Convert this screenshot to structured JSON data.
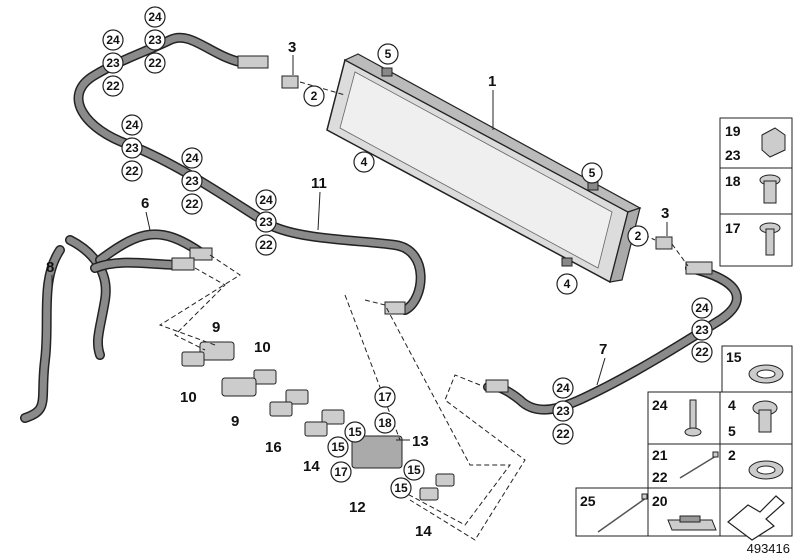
{
  "diagram": {
    "plain_labels": [
      "1",
      "3",
      "3",
      "6",
      "7",
      "8",
      "9",
      "9",
      "10",
      "10",
      "11",
      "12",
      "13",
      "14",
      "14",
      "16"
    ],
    "circled_labels": [
      "24",
      "24",
      "23",
      "23",
      "22",
      "22",
      "2",
      "2",
      "5",
      "5",
      "4",
      "4",
      "24",
      "23",
      "22",
      "24",
      "23",
      "22",
      "24",
      "23",
      "22",
      "24",
      "23",
      "22",
      "24",
      "23",
      "22",
      "17",
      "18",
      "15",
      "15",
      "15",
      "15",
      "17"
    ],
    "legend": [
      {
        "parts": [
          "19",
          "23"
        ],
        "icon": "cable-clip-icon"
      },
      {
        "parts": [
          "18"
        ],
        "icon": "expanding-rivet-icon"
      },
      {
        "parts": [
          "17"
        ],
        "icon": "screw-icon"
      },
      {
        "parts": [
          "15"
        ],
        "icon": "sealing-ring-icon"
      },
      {
        "parts": [
          "24"
        ],
        "icon": "push-rivet-icon"
      },
      {
        "parts": [
          "4",
          "5"
        ],
        "icon": "rubber-mount-icon"
      },
      {
        "parts": [
          "21",
          "22"
        ],
        "icon": "cable-tie-icon"
      },
      {
        "parts": [
          "2"
        ],
        "icon": "o-ring-icon"
      },
      {
        "parts": [
          "25"
        ],
        "icon": "long-cable-tie-icon"
      },
      {
        "parts": [
          "20"
        ],
        "icon": "label-sheet-icon"
      },
      {
        "parts": [],
        "icon": "arrow-direction-icon"
      }
    ]
  },
  "document_number": "493416"
}
